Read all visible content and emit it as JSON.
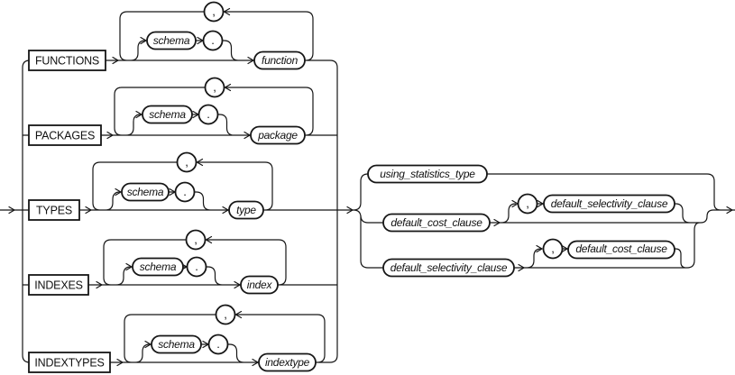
{
  "diagram": {
    "entry_keywords": [
      {
        "keyword": "FUNCTIONS",
        "object": "function"
      },
      {
        "keyword": "PACKAGES",
        "object": "package"
      },
      {
        "keyword": "TYPES",
        "object": "type"
      },
      {
        "keyword": "INDEXES",
        "object": "index"
      },
      {
        "keyword": "INDEXTYPES",
        "object": "indextype"
      }
    ],
    "qualifier": "schema",
    "separators": {
      "comma": ",",
      "dot": "."
    },
    "statistics_clauses": {
      "using": "using_statistics_type",
      "cost": "default_cost_clause",
      "selectivity": "default_selectivity_clause"
    },
    "colors": {
      "line": "#161616",
      "background": "#ffffff"
    }
  }
}
